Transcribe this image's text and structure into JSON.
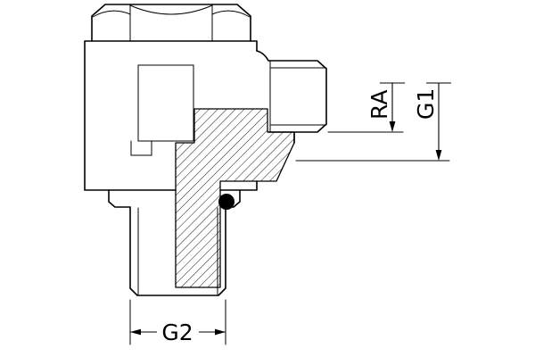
{
  "drawing": {
    "labels": {
      "ra": "RA",
      "g1": "G1",
      "g2": "G2"
    },
    "colors": {
      "line": "#000000",
      "background": "#ffffff",
      "o_ring": "#000000"
    }
  }
}
